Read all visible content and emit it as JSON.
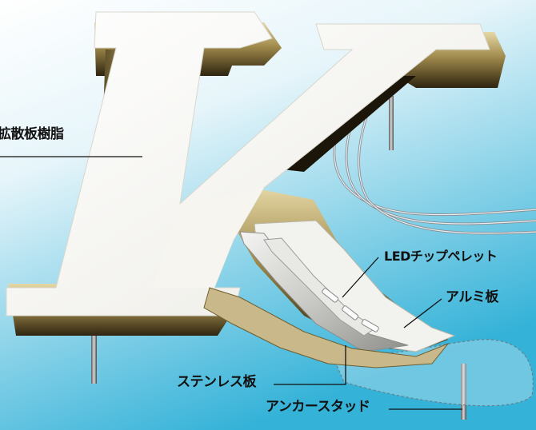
{
  "labels": {
    "resin": "拡散板樹脂",
    "led": "LEDチップペレット",
    "aluminum": "アルミ板",
    "stainless": "ステンレス板",
    "anchor": "アンカースタッド"
  },
  "letter": "K",
  "colors": {
    "background_top": "#ffffff",
    "background_bottom": "#3fb8dc",
    "letter_face": "#fbfbf7",
    "side_gold_light": "#d8c489",
    "side_gold_dark": "#3a2f16",
    "leader_line": "#111111"
  }
}
